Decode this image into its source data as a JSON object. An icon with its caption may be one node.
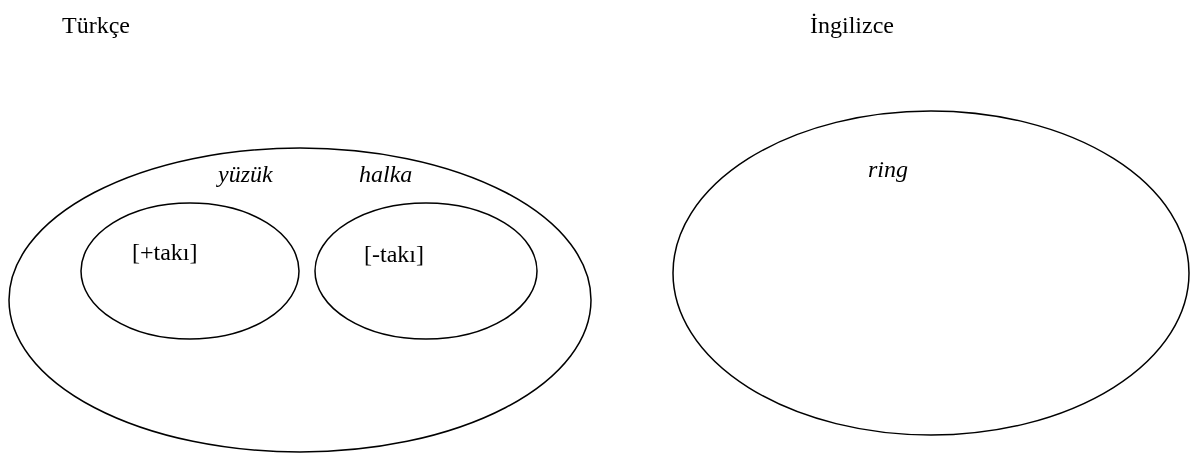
{
  "diagram": {
    "nodes": [
      {
        "text": [
          "Türkçe"
        ]
      },
      {
        "text": [
          "yüzük",
          "[+takı]"
        ],
        "in": 0
      },
      {
        "text": [
          "halka",
          "[-takı]"
        ],
        "in": 0
      },
      {
        "text": [
          "İngilizce",
          "ring"
        ]
      }
    ]
  }
}
